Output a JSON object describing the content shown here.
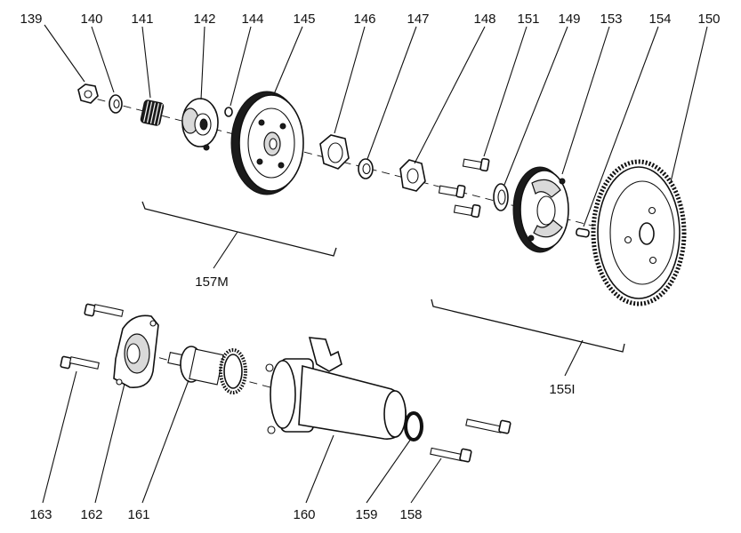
{
  "diagram": {
    "part_numbers": {
      "p139": "139",
      "p140": "140",
      "p141": "141",
      "p142": "142",
      "p144": "144",
      "p145": "145",
      "p146": "146",
      "p147": "147",
      "p148": "148",
      "p151": "151",
      "p149": "149",
      "p153": "153",
      "p154": "154",
      "p150": "150",
      "p163": "163",
      "p162": "162",
      "p161": "161",
      "p160": "160",
      "p159": "159",
      "p158": "158"
    },
    "assemblies": {
      "a157M": "157M",
      "a155I": "155I"
    }
  }
}
